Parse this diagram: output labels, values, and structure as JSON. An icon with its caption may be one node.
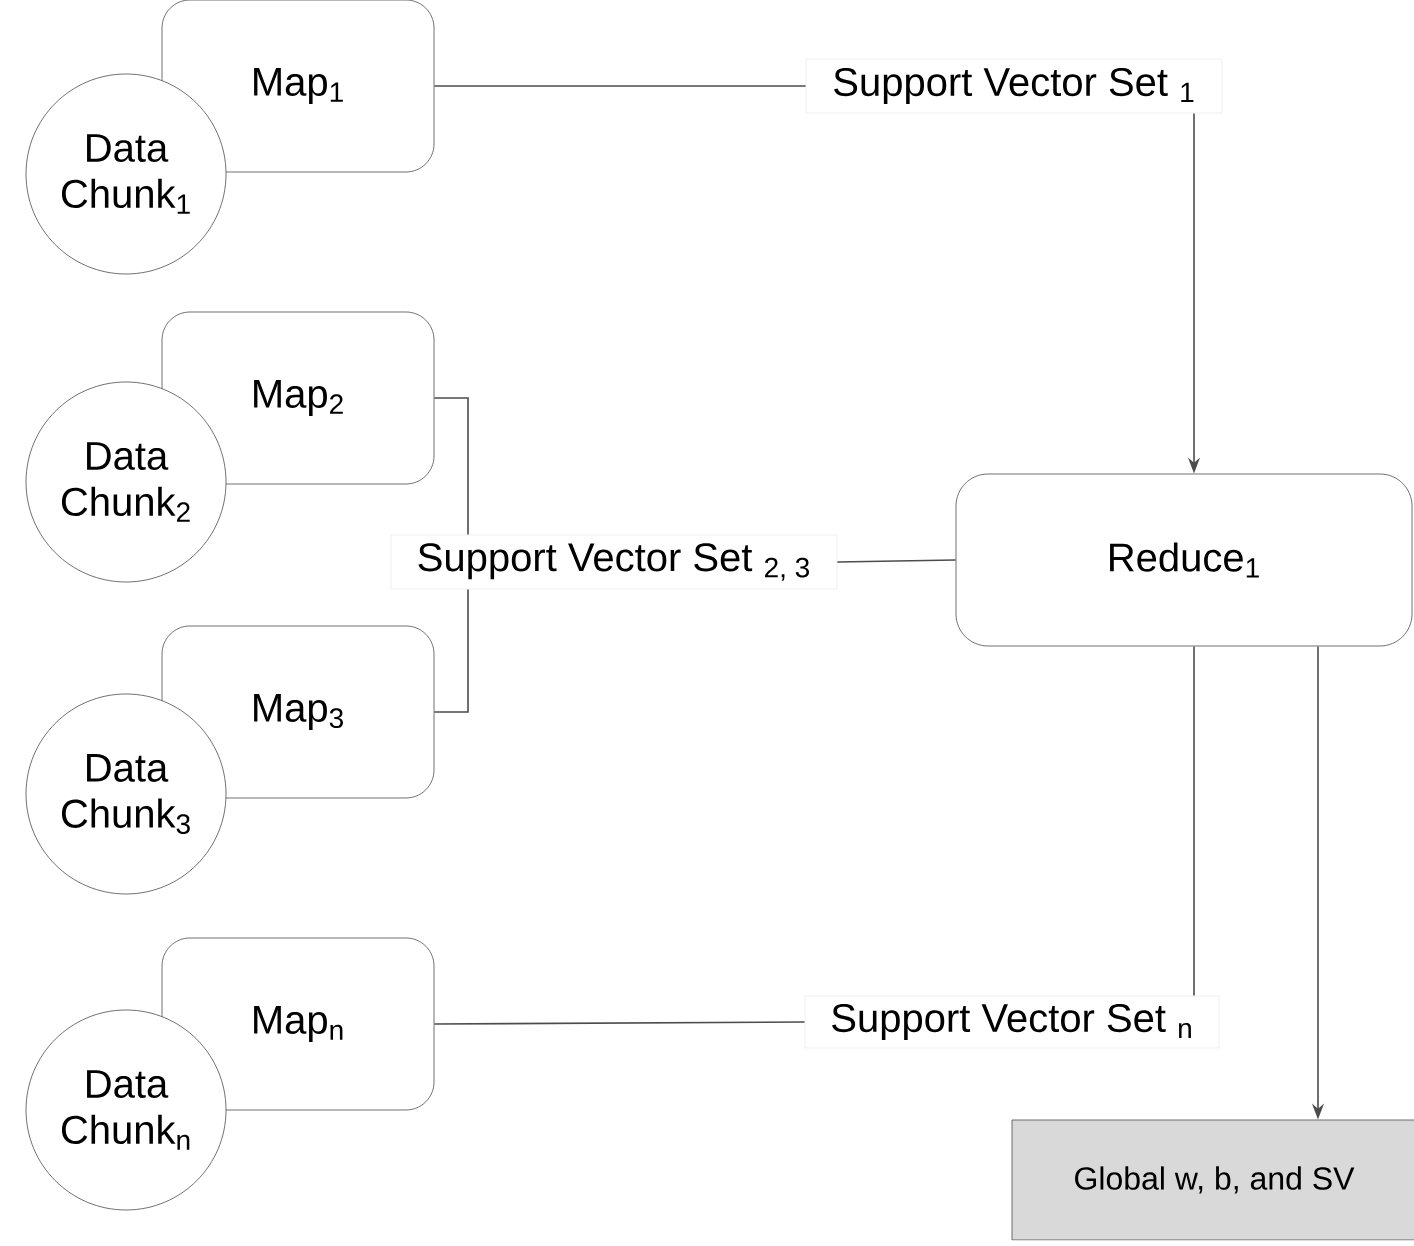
{
  "diagram": {
    "nodes": [
      {
        "text": [
          "Map$_{1}$"
        ]
      },
      {
        "text": [
          "Data Chunk$_{1}$"
        ]
      },
      {
        "text": [
          "Support Vector Set $_{1}$"
        ]
      },
      {
        "text": [
          "Map$_{2}$"
        ]
      },
      {
        "text": [
          "Data Chunk$_{2}$"
        ]
      },
      {
        "text": [
          "Support Vector Set $_{2, 3}$"
        ]
      },
      {
        "text": [
          "Reduce$_{1}$"
        ]
      },
      {
        "text": [
          "Map$_{3}$"
        ]
      },
      {
        "text": [
          "Data Chunk$_{3}$"
        ]
      },
      {
        "text": [
          "Map$_{n}$"
        ]
      },
      {
        "text": [
          "Data Chunk$_{n}$"
        ]
      },
      {
        "text": [
          "Support Vector Set $_{n}$"
        ]
      },
      {
        "text": [
          "Global w, b, and SV"
        ]
      }
    ],
    "edges": [
      {
        "from": 0,
        "to": 2,
        "arrow": "none"
      },
      {
        "from": 2,
        "to": 6,
        "arrow": "to"
      },
      {
        "from": 3,
        "to": 5,
        "arrow": "none"
      },
      {
        "from": 7,
        "to": 5,
        "arrow": "none"
      },
      {
        "from": 5,
        "to": 6,
        "arrow": "none"
      },
      {
        "from": 6,
        "to": 11,
        "arrow": "none"
      },
      {
        "from": 9,
        "to": 11,
        "arrow": "none"
      },
      {
        "from": 6,
        "to": 12,
        "arrow": "to"
      }
    ]
  }
}
